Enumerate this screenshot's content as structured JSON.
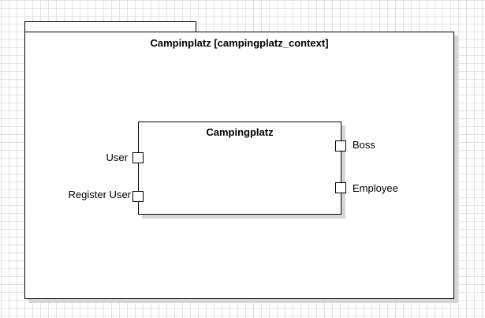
{
  "frame": {
    "title": "Campinplatz [campingplatz_context]"
  },
  "component": {
    "title": "Campingplatz"
  },
  "ports": {
    "left": [
      {
        "label": "User"
      },
      {
        "label": "Register User"
      }
    ],
    "right": [
      {
        "label": "Boss"
      },
      {
        "label": "Employee"
      }
    ]
  }
}
